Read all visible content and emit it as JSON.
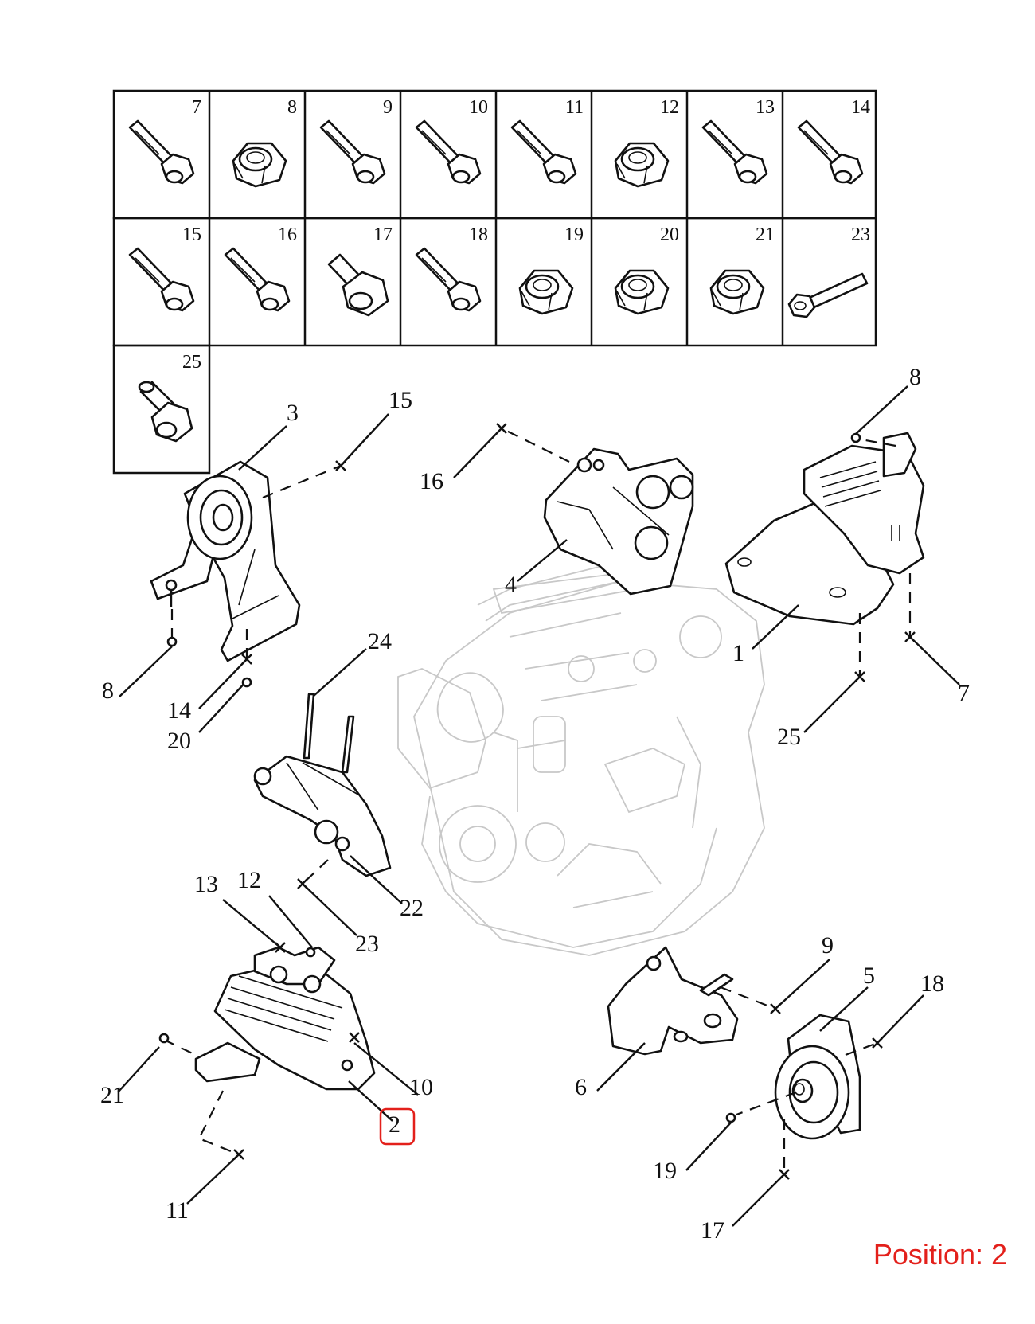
{
  "diagram_title": "",
  "position_label": "Position: 2",
  "highlight_colour": "#e3201b",
  "fastener_cells": [
    {
      "num": "7",
      "icon": "bolt-icon"
    },
    {
      "num": "8",
      "icon": "nut-icon"
    },
    {
      "num": "9",
      "icon": "bolt-icon"
    },
    {
      "num": "10",
      "icon": "bolt-icon"
    },
    {
      "num": "11",
      "icon": "bolt-icon"
    },
    {
      "num": "12",
      "icon": "nut-icon"
    },
    {
      "num": "13",
      "icon": "bolt-icon"
    },
    {
      "num": "14",
      "icon": "bolt-icon"
    },
    {
      "num": "15",
      "icon": "bolt-icon"
    },
    {
      "num": "16",
      "icon": "bolt-icon"
    },
    {
      "num": "17",
      "icon": "short-bolt-icon"
    },
    {
      "num": "18",
      "icon": "bolt-icon"
    },
    {
      "num": "19",
      "icon": "nut-icon"
    },
    {
      "num": "20",
      "icon": "nut-icon"
    },
    {
      "num": "21",
      "icon": "nut-icon"
    },
    {
      "num": "23",
      "icon": "long-bolt-icon"
    },
    {
      "num": "25",
      "icon": "stud-bolt-icon"
    }
  ],
  "callouts": {
    "c1": "1",
    "c2": "2",
    "c3": "3",
    "c4": "4",
    "c5": "5",
    "c6": "6",
    "c7": "7",
    "c8a": "8",
    "c8b": "8",
    "c9": "9",
    "c10": "10",
    "c11": "11",
    "c12": "12",
    "c13": "13",
    "c14": "14",
    "c15": "15",
    "c16": "16",
    "c17": "17",
    "c18": "18",
    "c19": "19",
    "c20": "20",
    "c21": "21",
    "c22": "22",
    "c23": "23",
    "c24": "24",
    "c25": "25"
  }
}
